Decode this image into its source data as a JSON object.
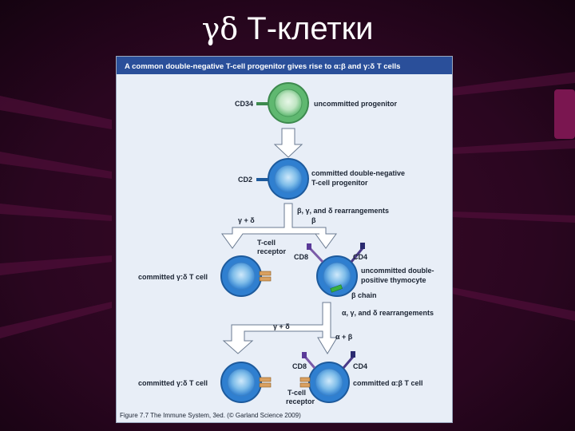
{
  "slide": {
    "title_greek": "γδ",
    "title_text": "Т-клетки"
  },
  "figure": {
    "header": "A common double-negative T-cell progenitor gives rise to α:β and γ:δ T cells",
    "caption": "Figure 7.7 The Immune System, 3ed. (© Garland Science 2009)",
    "labels": {
      "cd34": "CD34",
      "uncommitted_progenitor": "uncommitted progenitor",
      "cd2": "CD2",
      "committed_dn_line1": "committed double-negative",
      "committed_dn_line2": "T-cell progenitor",
      "rearr1_line1": "β, γ, and δ rearrangements",
      "rearr1_line2": "β",
      "gamma_delta_1": "γ + δ",
      "tcell_receptor_1_line1": "T-cell",
      "tcell_receptor_1_line2": "receptor",
      "cd8_1": "CD8",
      "cd4_1": "CD4",
      "committed_gd_1": "committed γ:δ T cell",
      "uncommitted_dp_line1": "uncommitted double-",
      "uncommitted_dp_line2": "positive thymocyte",
      "beta_chain": "β chain",
      "rearr2": "α, γ, and δ rearrangements",
      "alpha_beta": "α + β",
      "gamma_delta_2": "γ + δ",
      "cd8_2": "CD8",
      "cd4_2": "CD4",
      "committed_gd_2": "committed γ:δ T cell",
      "committed_ab": "committed α:β T cell",
      "tcell_receptor_2_line1": "T-cell",
      "tcell_receptor_2_line2": "receptor"
    },
    "colors": {
      "header_bg": "#2a4f9a",
      "progenitor_green": "#5fb870",
      "cell_blue": "#2f7fd0",
      "nucleus": "#9fd0f2",
      "arrow_fill": "#ffffff",
      "panel_bg": "#e8eef7"
    }
  }
}
